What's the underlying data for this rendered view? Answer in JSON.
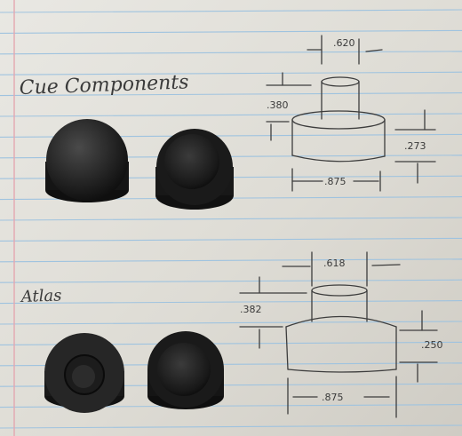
{
  "paper": {
    "line_color": "#9fc3df",
    "margin_color": "#e4a7b0"
  },
  "sections": [
    {
      "label": "Cue Components",
      "top_diameter": ".620",
      "top_height": ".380",
      "base_height": ".273",
      "base_diameter": ".875"
    },
    {
      "label": "Atlas",
      "top_diameter": ".618",
      "top_height": ".382",
      "base_height": ".250",
      "base_diameter": ".875"
    }
  ]
}
